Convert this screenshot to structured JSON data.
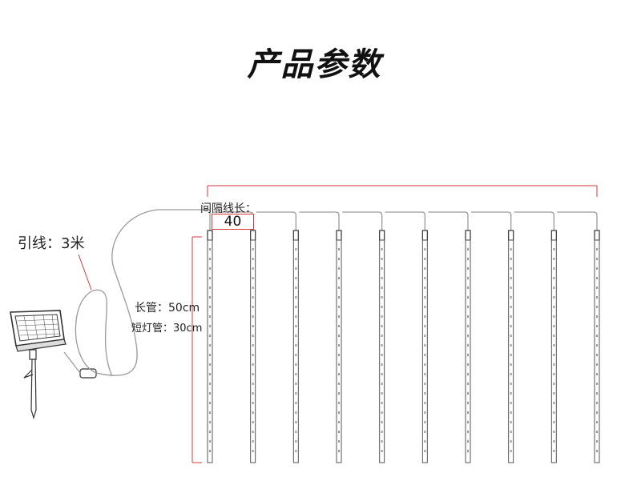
{
  "title": "产品参数",
  "lead_wire_label": "引线：3米",
  "spacing_label": "间隔线长：",
  "spacing_value": "40",
  "long_tube_label": "长管：50cm",
  "short_tube_label": "短灯管：30cm",
  "tube_count": 10,
  "colors": {
    "dimension_line": "#d43a3a",
    "wire": "#9a9a9a",
    "tube": "#555555"
  }
}
